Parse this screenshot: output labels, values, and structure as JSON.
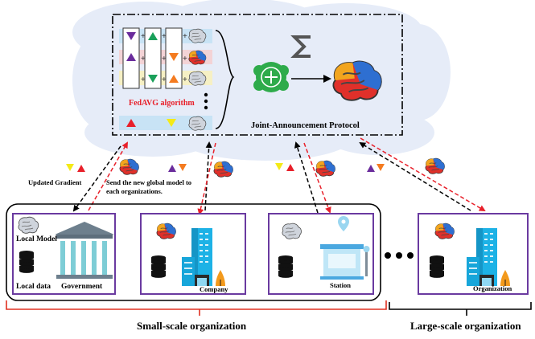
{
  "diagram": {
    "fedavg_label": "FedAVG algorithm",
    "protocol_label": "Joint-Announcement Protocol",
    "updated_gradient_label": "Updated Gradient",
    "send_model_line1": "Send the new global model to",
    "send_model_line2": "each organizations.",
    "local_model_label": "Local Model",
    "local_data_label": "Local data",
    "org_labels": [
      "Government",
      "Company",
      "Station",
      "Organization"
    ],
    "small_scale_label": "Small-scale organization",
    "large_scale_label": "Large-scale organization",
    "colors": {
      "fedavg_red": "#e8202a",
      "gradient_purple": "#6a2c9c",
      "gradient_orange": "#f47b20",
      "gradient_green": "#1aa05a",
      "gradient_yellow": "#f4ea16",
      "gradient_red": "#e8202a",
      "org_border": "#6a3aa0",
      "brace_red": "#e03020",
      "cloud": "#e8eefa",
      "aggregator_green": "#2eab4b"
    }
  }
}
